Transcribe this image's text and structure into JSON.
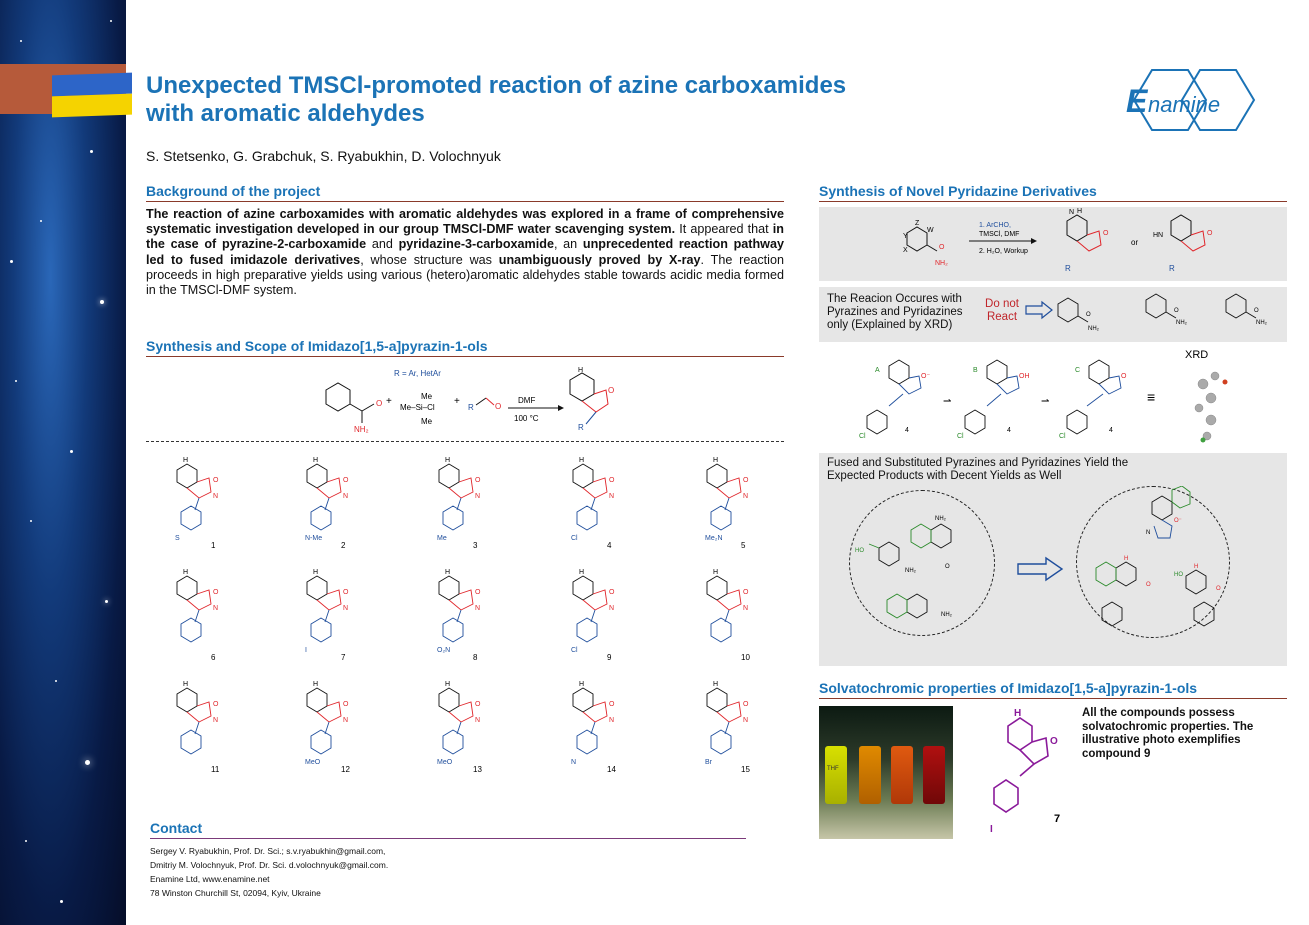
{
  "header": {
    "title_line1": "Unexpected TMSCl-promoted reaction of azine carboxamides",
    "title_line2": "with aromatic aldehydes",
    "authors": "S. Stetsenko, G. Grabchuk, S. Ryabukhin, D. Volochnyuk",
    "logo_text": "Enamine"
  },
  "background": {
    "title": "Background of the project",
    "p1_bold": "The reaction of azine carboxamides with aromatic aldehydes was explored in a frame of comprehensive systematic investigation developed in our group TMSCl-DMF water scavenging system.",
    "p2": " It appeared that ",
    "p3_bold": "in the case of pyrazine-2-carboxamide",
    "p4": " and ",
    "p5_bold": "pyridazine-3-carboxamide",
    "p6": ", an ",
    "p7_bold": "unprecedented reaction pathway led to fused imidazole derivatives",
    "p8": ", whose structure was ",
    "p9_bold": "unambiguously proved by X-ray",
    "p10": ". The reaction proceeds in high preparative yields using various (hetero)aromatic aldehydes stable towards acidic media formed in the TMSCl-DMF system."
  },
  "scope": {
    "title": "Synthesis and Scope of Imidazo[1,5-a]pyrazin-1-ols",
    "r_def": "R = Ar, HetAr",
    "dmf": "DMF",
    "temp": "100 °C",
    "compounds": [
      {
        "num": "1",
        "sub": "S"
      },
      {
        "num": "2",
        "sub": "N-Me"
      },
      {
        "num": "3",
        "sub": "Me"
      },
      {
        "num": "4",
        "sub": "Cl"
      },
      {
        "num": "5",
        "sub": "Me₂N"
      },
      {
        "num": "6",
        "sub": ""
      },
      {
        "num": "7",
        "sub": "I"
      },
      {
        "num": "8",
        "sub": "O₂N"
      },
      {
        "num": "9",
        "sub": "Cl"
      },
      {
        "num": "10",
        "sub": ""
      },
      {
        "num": "11",
        "sub": ""
      },
      {
        "num": "12",
        "sub": "MeO"
      },
      {
        "num": "13",
        "sub": "MeO"
      },
      {
        "num": "14",
        "sub": "N"
      },
      {
        "num": "15",
        "sub": "Br"
      }
    ]
  },
  "contact": {
    "title": "Contact",
    "lines": [
      "Sergey V. Ryabukhin, Prof. Dr. Sci.; s.v.ryabukhin@gmail.com,",
      "Dmitriy M. Volochnyuk, Prof. Dr. Sci. d.volochnyuk@gmail.com.",
      "Enamine Ltd,  www.enamine.net",
      "78 Winston Churchill St, 02094, Kyiv, Ukraine"
    ]
  },
  "pyridazine": {
    "title": "Synthesis of Novel Pyridazine Derivatives",
    "cond1": "1. ArCHO,",
    "cond2": "TMSCl, DMF",
    "cond3": "2. H₂O, Workup",
    "or": "or",
    "reacion_text": "The Reacion Occures with Pyrazines and Pyridazines only (Explained by XRD)",
    "do_not": "Do not",
    "react": "React",
    "xrd": "XRD",
    "tautomer_a": "A",
    "tautomer_b": "B",
    "tautomer_c": "C",
    "tautomer_num": "4",
    "fused_text": "Fused and Substituted Pyrazines and Pyridazines Yield the Expected Products with Decent Yields as Well"
  },
  "solvato": {
    "title": "Solvatochromic properties of Imidazo[1,5-a]pyrazin-1-ols",
    "text": "All the compounds possess solvatochromic properties. The illustrative photo exemplifies compound 9",
    "compound_num": "7",
    "vial_label": "THF"
  },
  "colors": {
    "accent": "#1b73b6",
    "red": "#e0262b",
    "blue_struct": "#1f4e9c",
    "green_struct": "#2a8a2a",
    "purple": "#8a1a9a"
  }
}
